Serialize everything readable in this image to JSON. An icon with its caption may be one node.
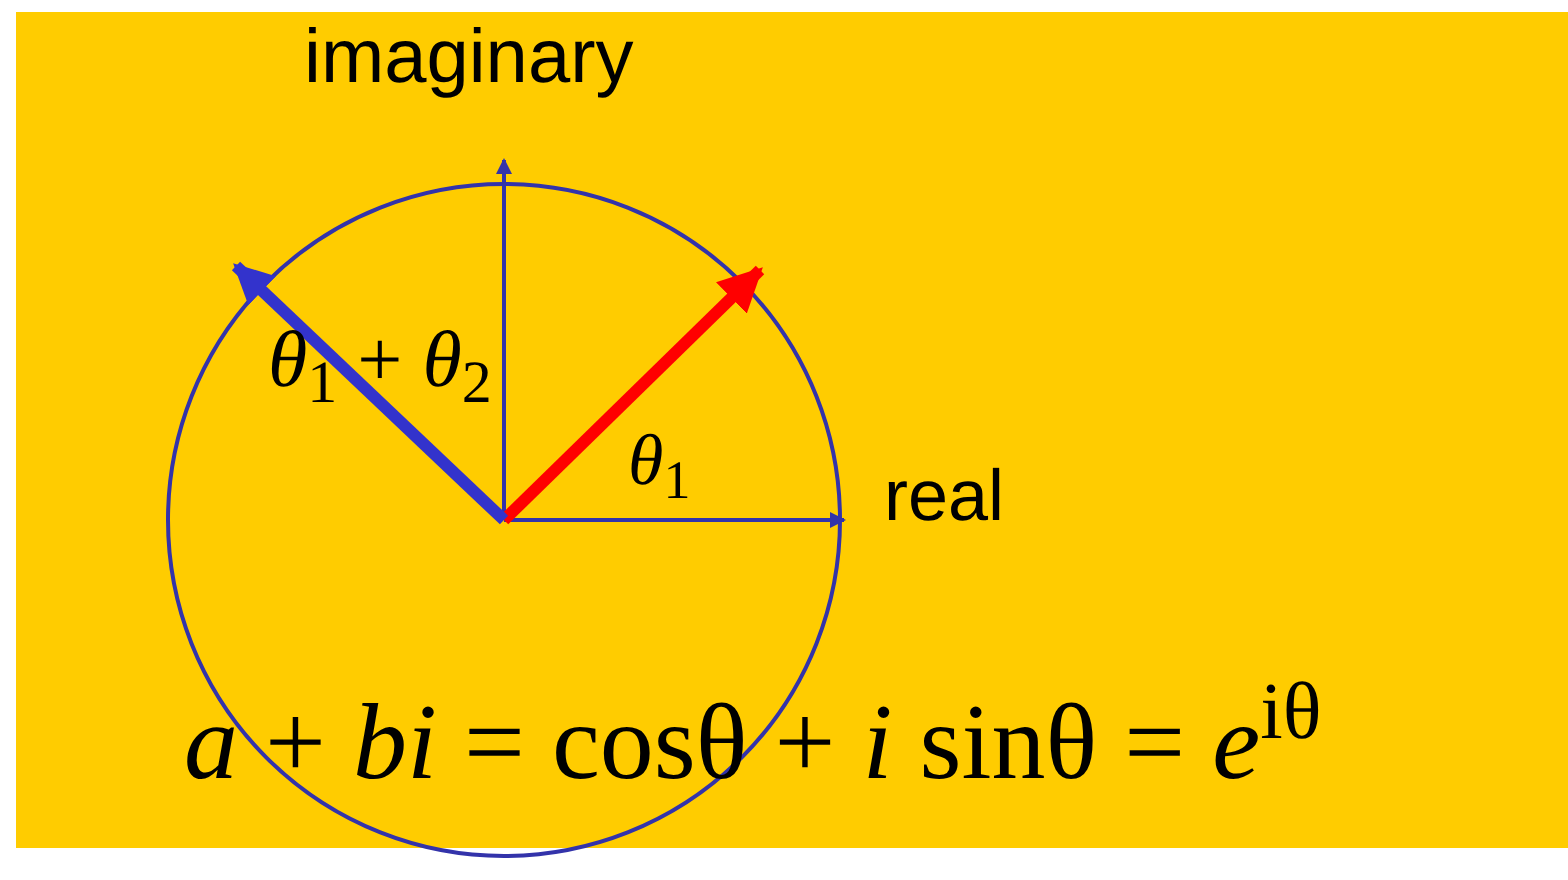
{
  "diagram": {
    "labels": [
      "imaginary",
      "*θ*$_{1}$ + *θ*$_{2}$",
      "*θ*$_{1}$",
      "real",
      "*a* + *bi* = cosθ + *i* sinθ = *e*$^{iθ}$"
    ]
  }
}
